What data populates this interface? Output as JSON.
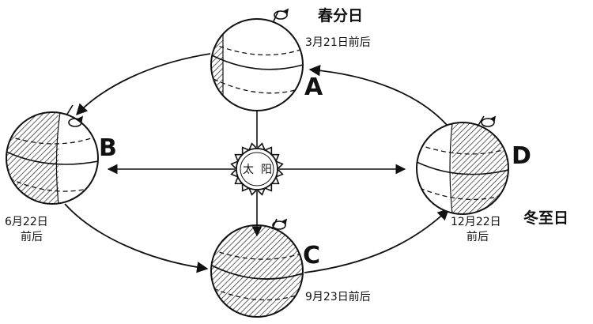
{
  "sun": {
    "char1": "太",
    "char2": "阳"
  },
  "positions": {
    "A": {
      "letter": "A",
      "term": "春分日",
      "date": "3月21日前后"
    },
    "B": {
      "letter": "B",
      "date_line1": "6月22日",
      "date_line2": "前后"
    },
    "C": {
      "letter": "C",
      "date": "9月23日前后"
    },
    "D": {
      "letter": "D",
      "term": "冬至日",
      "date_line1": "12月22日",
      "date_line2": "前后"
    }
  },
  "colors": {
    "ink": "#111111",
    "background": "#ffffff"
  },
  "icons": [
    "sun-icon",
    "earth-globe-icon",
    "rotation-arrow-icon",
    "orbit-arrow-icon"
  ]
}
